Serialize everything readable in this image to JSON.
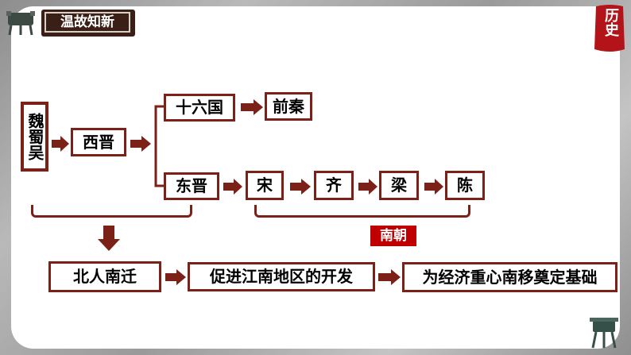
{
  "header": {
    "title": "温故知新"
  },
  "badge": {
    "text": "历史"
  },
  "nodes": {
    "sanguo": "魏蜀吴",
    "xijin": "西晋",
    "shiliuguo": "十六国",
    "qianqin": "前秦",
    "dongjin": "东晋",
    "song": "宋",
    "qi": "齐",
    "liang": "梁",
    "chen": "陈",
    "nanchao": "南朝",
    "beirennanqian": "北人南迁",
    "cujin": "促进江南地区的开发",
    "jingji": "为经济重心南移奠定基础"
  },
  "colors": {
    "node_border": "#7b2117",
    "accent_red": "#c00000",
    "title_bg": "#3a1f17"
  }
}
